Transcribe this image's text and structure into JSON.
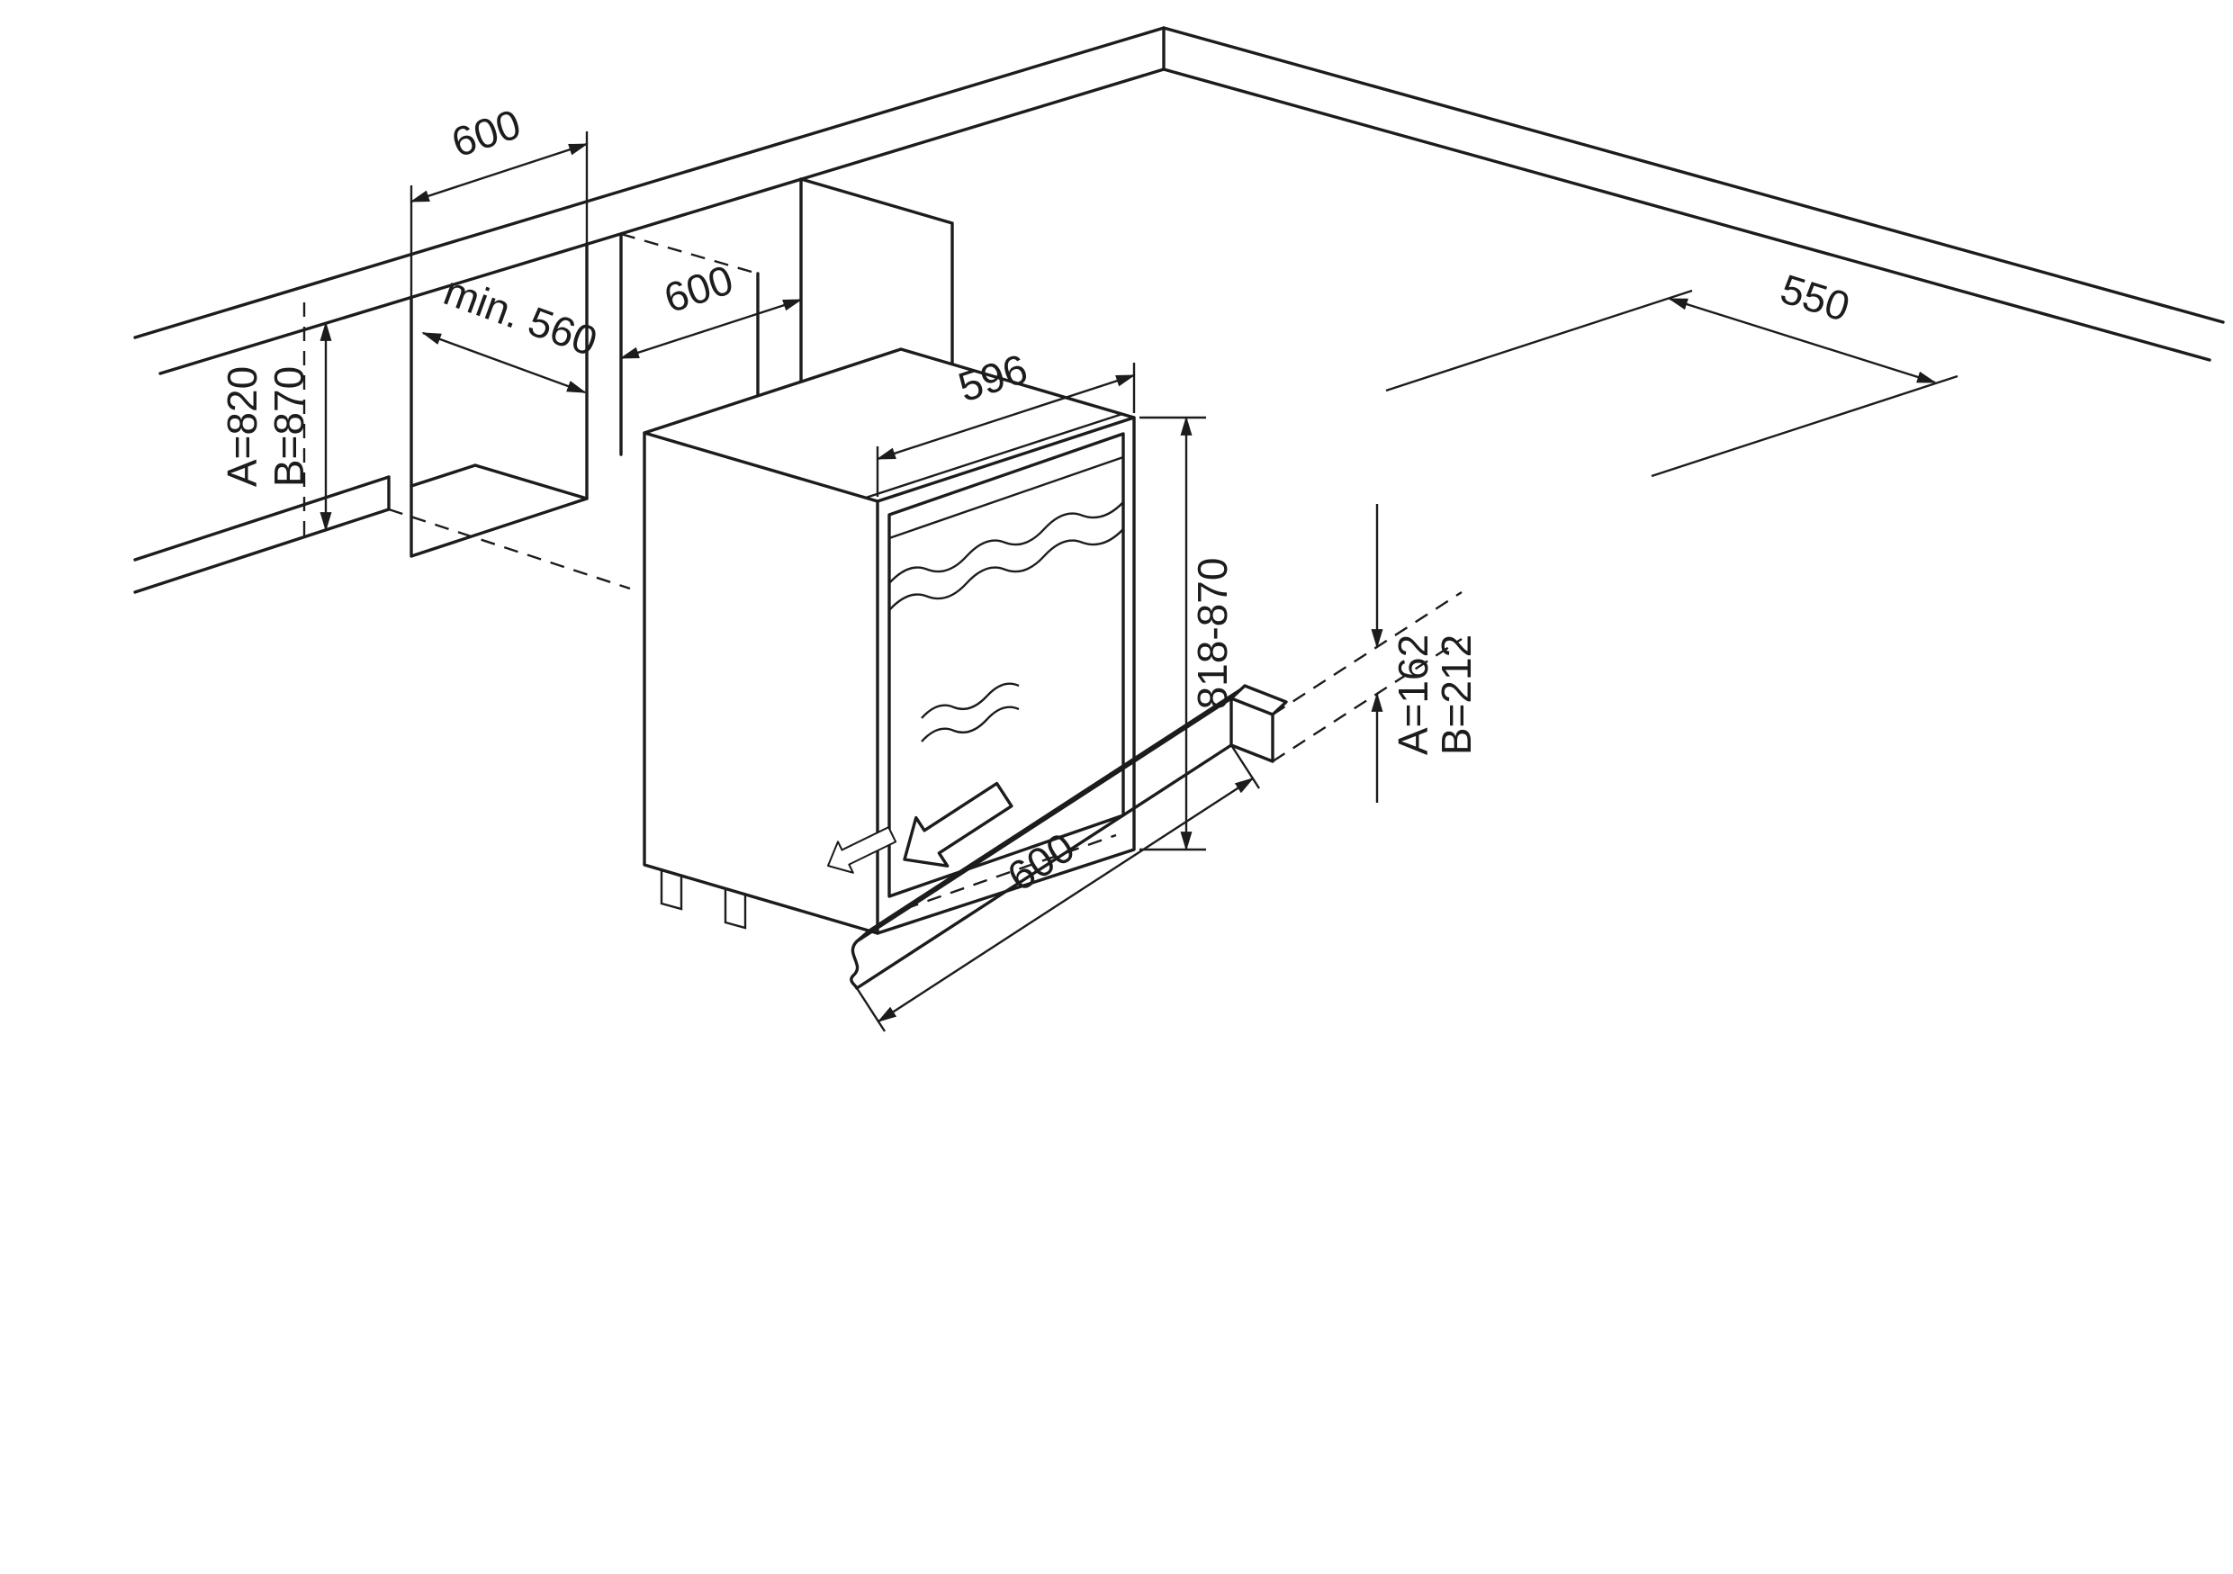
{
  "diagram": {
    "type": "appliance-built-under-installation-drawing",
    "background_color": "#ffffff",
    "line_color": "#1c1c1c",
    "dimensions": {
      "niche_width_left": "600",
      "niche_depth_min": "min. 560",
      "niche_width": "600",
      "appliance_width": "596",
      "worktop_depth": "550",
      "appliance_height": "818-870",
      "under_worktop_height_a": "A=820",
      "under_worktop_height_b": "B=870",
      "plinth_height_a": "A=162",
      "plinth_height_b": "B=212",
      "plinth_length": "600"
    }
  }
}
